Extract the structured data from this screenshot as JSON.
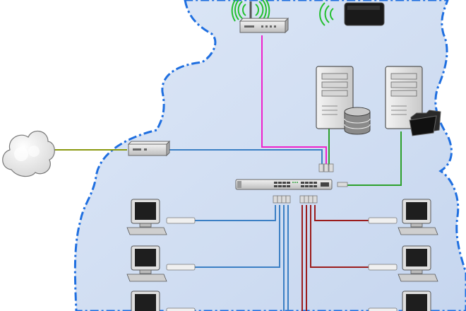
{
  "diagram": {
    "type": "network-topology",
    "zone": "lan-cloud",
    "cable_colors": {
      "wifi_uplink": "#ee22cc",
      "backbone": "#3b7fc4",
      "server": "#2ca02c",
      "internet": "#8a9a10",
      "lan_blue": "#3b7fc4",
      "lan_red": "#9b1c1c"
    },
    "colors": {
      "cloud_fill": "#cfdcf2",
      "cloud_border": "#1f6fe0",
      "wifi": "#22c02e",
      "device_body": "#e9e9e9",
      "outline": "#555555"
    },
    "nodes": [
      {
        "id": "internet",
        "icon": "cloud-icon"
      },
      {
        "id": "modem",
        "icon": "modem-icon"
      },
      {
        "id": "wireless-router",
        "icon": "wireless-router-icon"
      },
      {
        "id": "wireless-device",
        "icon": "wireless-device-icon"
      },
      {
        "id": "database-server",
        "icon": "server-database-icon"
      },
      {
        "id": "file-server",
        "icon": "server-folder-icon"
      },
      {
        "id": "switch",
        "icon": "switch-icon"
      },
      {
        "id": "workstation-left-1",
        "icon": "computer-icon"
      },
      {
        "id": "workstation-left-2",
        "icon": "computer-icon"
      },
      {
        "id": "workstation-left-3",
        "icon": "computer-icon"
      },
      {
        "id": "workstation-right-1",
        "icon": "computer-icon"
      },
      {
        "id": "workstation-right-2",
        "icon": "computer-icon"
      },
      {
        "id": "workstation-right-3",
        "icon": "computer-icon"
      }
    ],
    "links": [
      {
        "from": "internet",
        "to": "modem",
        "cable": "internet"
      },
      {
        "from": "modem",
        "to": "switch",
        "cable": "backbone"
      },
      {
        "from": "wireless-router",
        "to": "switch",
        "cable": "wifi_uplink"
      },
      {
        "from": "database-server",
        "to": "switch",
        "cable": "server"
      },
      {
        "from": "file-server",
        "to": "switch",
        "cable": "server"
      },
      {
        "from": "switch",
        "to": "workstation-left-1",
        "cable": "lan_blue"
      },
      {
        "from": "switch",
        "to": "workstation-left-2",
        "cable": "lan_blue"
      },
      {
        "from": "switch",
        "to": "workstation-left-3",
        "cable": "lan_blue"
      },
      {
        "from": "switch",
        "to": "workstation-right-1",
        "cable": "lan_red"
      },
      {
        "from": "switch",
        "to": "workstation-right-2",
        "cable": "lan_red"
      },
      {
        "from": "switch",
        "to": "workstation-right-3",
        "cable": "lan_red"
      }
    ]
  }
}
